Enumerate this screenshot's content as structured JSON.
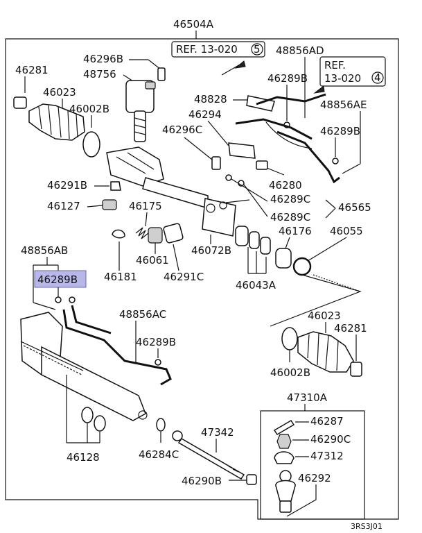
{
  "diagram": {
    "top_label": "46504A",
    "refs": [
      {
        "label": "REF. 13-020",
        "num": "5"
      },
      {
        "label_line1": "REF.",
        "label_line2": "13-020",
        "num": "4"
      }
    ],
    "parts": {
      "p46281_a": "46281",
      "p46023_a": "46023",
      "p46296B": "46296B",
      "p48756": "48756",
      "p46002B_a": "46002B",
      "p48856AD": "48856AD",
      "p46289B_a": "46289B",
      "p48828": "48828",
      "p46294": "46294",
      "p48856AE": "48856AE",
      "p46296C": "46296C",
      "p46289B_b": "46289B",
      "p46291B": "46291B",
      "p46280": "46280",
      "p46289C_a": "46289C",
      "p46565": "46565",
      "p46127": "46127",
      "p46175": "46175",
      "p46289C_b": "46289C",
      "p46176": "46176",
      "p46055": "46055",
      "p48856AB": "48856AB",
      "p46289B_hl": "46289B",
      "p46061": "46061",
      "p46072B": "46072B",
      "p46181": "46181",
      "p46291C": "46291C",
      "p46043A": "46043A",
      "p48856AC": "48856AC",
      "p46023_b": "46023",
      "p46281_b": "46281",
      "p46289B_c": "46289B",
      "p46002B_b": "46002B",
      "p47310A": "47310A",
      "p46287": "46287",
      "p46290C": "46290C",
      "p47312": "47312",
      "p47342": "47342",
      "p46128": "46128",
      "p46284C": "46284C",
      "p46292": "46292",
      "p46290B": "46290B"
    },
    "footer_code": "3RS3J01",
    "highlight_color": "#b8b8e8"
  }
}
